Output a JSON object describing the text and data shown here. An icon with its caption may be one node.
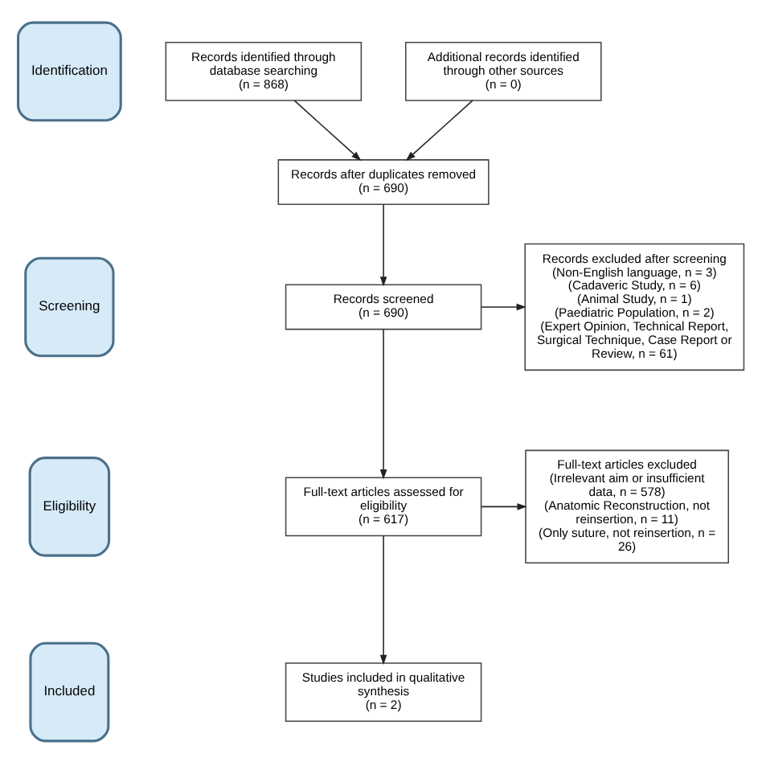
{
  "diagram": {
    "nodes": [
      {
        "text": [
          "Identification"
        ]
      },
      {
        "text": [
          "Records identified through database searching",
          "(n = 868)"
        ]
      },
      {
        "text": [
          "Additional records identified through other sources",
          "(n = 0)"
        ]
      },
      {
        "text": [
          "Records after duplicates removed",
          "(n = 690)"
        ]
      },
      {
        "text": [
          "Screening"
        ]
      },
      {
        "text": [
          "Records screened",
          "(n = 690)"
        ]
      },
      {
        "text": [
          "Records excluded after screening",
          "(Non-English language, n = 3)",
          "(Cadaveric Study, n = 6)",
          "(Animal Study, n = 1)",
          "(Paediatric Population, n = 2)",
          "(Expert Opinion, Technical Report, Surgical Technique, Case Report or Review, n = 61)"
        ]
      },
      {
        "text": [
          "Eligibility"
        ]
      },
      {
        "text": [
          "Full-text articles assessed for eligibility",
          "(n = 617)"
        ]
      },
      {
        "text": [
          "Full-text articles excluded",
          "(Irrelevant aim or insufficient data, n = 578)",
          "(Anatomic Reconstruction, not reinsertion, n = 11)",
          "(Only suture, not reinsertion, n = 26)"
        ]
      },
      {
        "text": [
          "Included"
        ]
      },
      {
        "text": [
          "Studies included in qualitative synthesis",
          "(n = 2)"
        ]
      }
    ],
    "edges": [
      {
        "from": 1,
        "to": 3,
        "arrow": "to"
      },
      {
        "from": 2,
        "to": 3,
        "arrow": "to"
      },
      {
        "from": 3,
        "to": 5,
        "arrow": "to"
      },
      {
        "from": 5,
        "to": 6,
        "arrow": "to"
      },
      {
        "from": 5,
        "to": 8,
        "arrow": "to"
      },
      {
        "from": 8,
        "to": 9,
        "arrow": "to"
      },
      {
        "from": 8,
        "to": 11,
        "arrow": "to"
      }
    ]
  }
}
